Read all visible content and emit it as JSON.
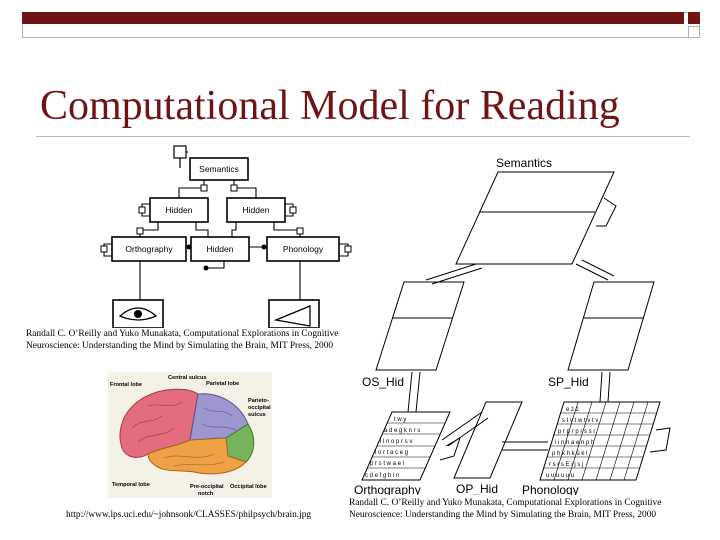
{
  "slide": {
    "title": "Computational Model for Reading",
    "colors": {
      "accent": "#6e1414",
      "rule": "#b8b8b8"
    }
  },
  "left_diagram": {
    "boxes": [
      "Semantics",
      "Hidden",
      "Hidden",
      "Orthography",
      "Hidden",
      "Phonology"
    ],
    "caption_line1": "Randall C. O’Reilly and Yuko Munakata, Computational Explorations in Cognitive",
    "caption_line2": "Neuroscience: Understanding the Mind by Simulating the Brain, MIT Press, 2000"
  },
  "brain": {
    "labels": {
      "central": "Central sulcus",
      "frontal": "Frontal lobe",
      "parietal": "Parietal lobe",
      "parieto1": "Parieto-",
      "parieto2": "occipital",
      "parieto3": "sulcus",
      "temporal": "Temporal lobe",
      "preocc1": "Pre-occipital",
      "preocc2": "notch",
      "occipital": "Occipital lobe"
    },
    "url": "http://www.lps.uci.edu/~johnsonk/CLASSES/philpsych/brain.jpg"
  },
  "right_diagram": {
    "labels": {
      "semantics": "Semantics",
      "os_hid": "OS_Hid",
      "sp_hid": "SP_Hid",
      "op_hid": "OP_Hid",
      "orthography": "Orthography",
      "phonology": "Phonology"
    },
    "orth_rows": [
      "t w y",
      "a d e g k n r s",
      "i l n o p r s v",
      "i o r t a c e g",
      "p r s t w a e l",
      "c d e f g h i n"
    ],
    "phon_rows": [
      "e   z z",
      "s t v t w t v t v",
      "p r p r p r s s r",
      "i i n n a e n p h",
      "p h k h k ü k l",
      "r s r s E i j s j",
      "u u u u u u"
    ],
    "caption_line1": "Randall C. O’Reilly and Yuko Munakata, Computational Explorations in Cognitive",
    "caption_line2": "Neuroscience: Understanding the Mind by Simulating the Brain, MIT Press, 2000"
  }
}
